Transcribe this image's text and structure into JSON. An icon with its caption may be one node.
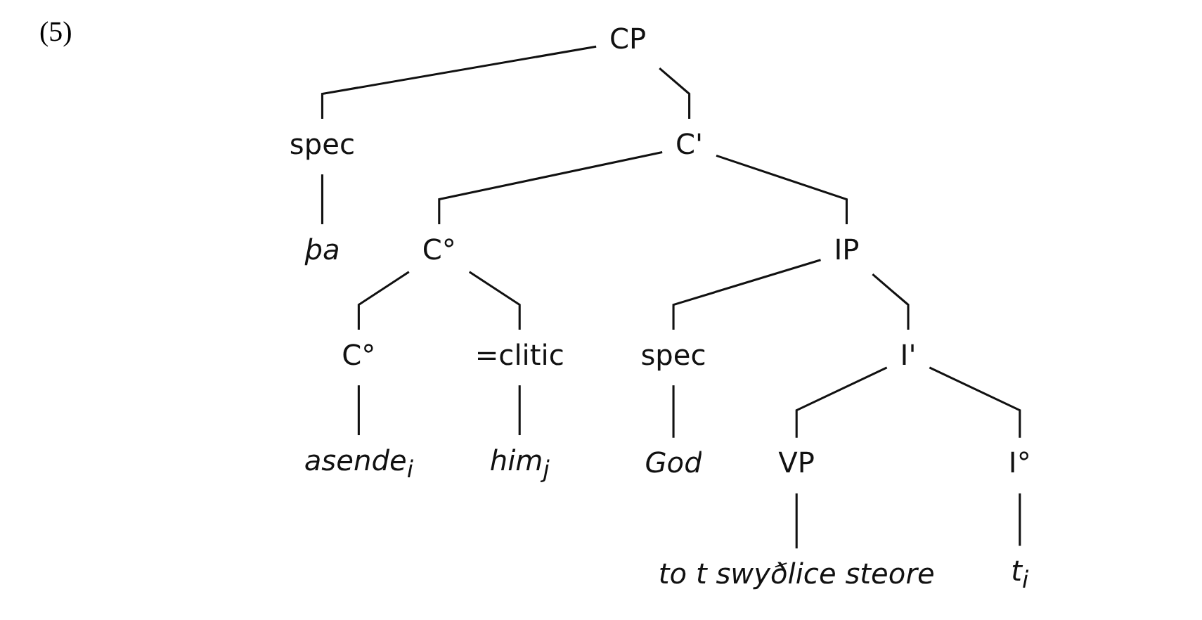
{
  "diagram": {
    "nodes": [
      {
        "text": [
          "CP"
        ]
      },
      {
        "text": [
          "spec"
        ]
      },
      {
        "text": [
          "þa"
        ]
      },
      {
        "text": [
          "C'"
        ]
      },
      {
        "text": [
          "C°"
        ]
      },
      {
        "text": [
          "C°"
        ]
      },
      {
        "text": [
          "asende$_{i}$"
        ]
      },
      {
        "text": [
          "=clitic"
        ]
      },
      {
        "text": [
          "him$_{j}$"
        ]
      },
      {
        "text": [
          "IP"
        ]
      },
      {
        "text": [
          "spec"
        ]
      },
      {
        "text": [
          "God"
        ]
      },
      {
        "text": [
          "I'"
        ]
      },
      {
        "text": [
          "VP"
        ]
      },
      {
        "text": [
          "to t swyðlice steore"
        ]
      },
      {
        "text": [
          "I°"
        ]
      },
      {
        "text": [
          "t$_{i}$"
        ]
      }
    ],
    "edges": [
      {
        "from": 0,
        "to": 1,
        "arrow": "none"
      },
      {
        "from": 1,
        "to": 2,
        "arrow": "none"
      },
      {
        "from": 0,
        "to": 3,
        "arrow": "none"
      },
      {
        "from": 3,
        "to": 4,
        "arrow": "none"
      },
      {
        "from": 4,
        "to": 5,
        "arrow": "none"
      },
      {
        "from": 5,
        "to": 6,
        "arrow": "none"
      },
      {
        "from": 4,
        "to": 7,
        "arrow": "none"
      },
      {
        "from": 7,
        "to": 8,
        "arrow": "none"
      },
      {
        "from": 3,
        "to": 9,
        "arrow": "none"
      },
      {
        "from": 9,
        "to": 10,
        "arrow": "none"
      },
      {
        "from": 10,
        "to": 11,
        "arrow": "none"
      },
      {
        "from": 9,
        "to": 12,
        "arrow": "none"
      },
      {
        "from": 12,
        "to": 13,
        "arrow": "none"
      },
      {
        "from": 13,
        "to": 14,
        "arrow": "none"
      },
      {
        "from": 12,
        "to": 15,
        "arrow": "none"
      },
      {
        "from": 15,
        "to": 16,
        "arrow": "none"
      }
    ],
    "labels": [
      "(5)"
    ]
  }
}
